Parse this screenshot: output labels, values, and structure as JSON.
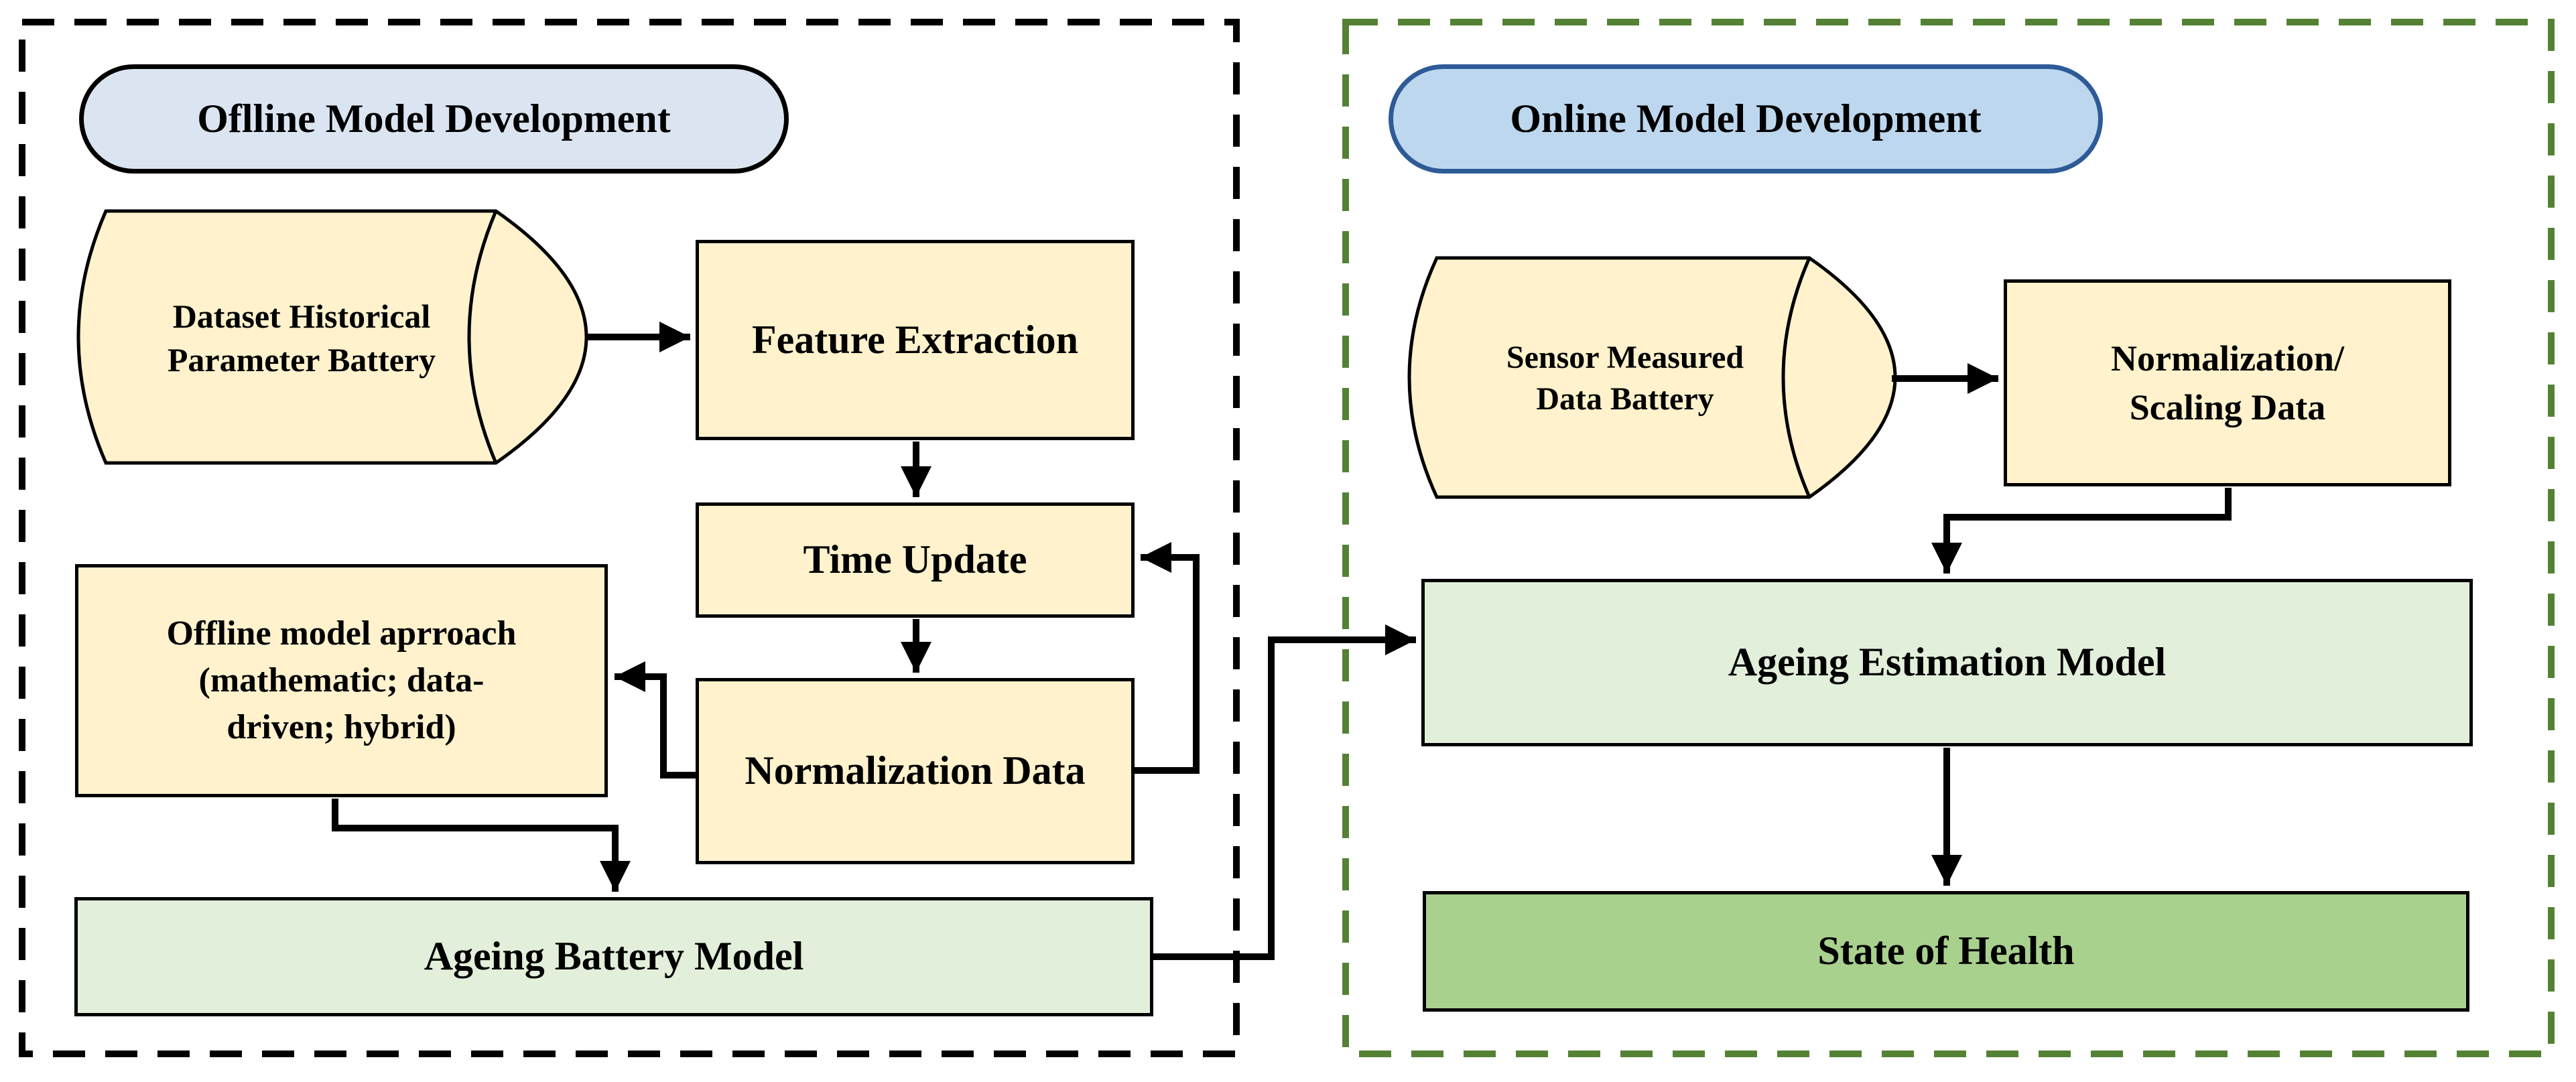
{
  "palette": {
    "process_box_fill": "#fff2cc",
    "process_box_border": "#000000",
    "model_box_fill": "#e2efda",
    "result_box_fill": "#a9d18e",
    "offline_pill_fill": "#dbe5f2",
    "offline_pill_border": "#000000",
    "online_pill_fill": "#bdd7ee",
    "online_pill_border": "#2e5b97",
    "offline_panel_dash": "#000000",
    "online_panel_dash": "#548235",
    "connector_color": "#000000"
  },
  "offline_panel": {
    "title": "Oflline Model Development",
    "cylinder": {
      "line1": "Dataset Historical",
      "line2": "Parameter Battery"
    },
    "feature_extraction": "Feature Extraction",
    "time_update": "Time Update",
    "normalization_data": "Normalization Data",
    "model_approach": {
      "line1": "Offline model aprroach",
      "line2": "(mathematic; data-",
      "line3": "driven; hybrid)"
    },
    "ageing_battery_model": "Ageing Battery Model"
  },
  "online_panel": {
    "title": "Online Model Development",
    "cylinder": {
      "line1": "Sensor Measured",
      "line2": "Data Battery"
    },
    "normalization_scaling": {
      "line1": "Normalization/",
      "line2": "Scaling Data"
    },
    "ageing_estimation_model": "Ageing Estimation Model",
    "state_of_health": "State of Health"
  }
}
